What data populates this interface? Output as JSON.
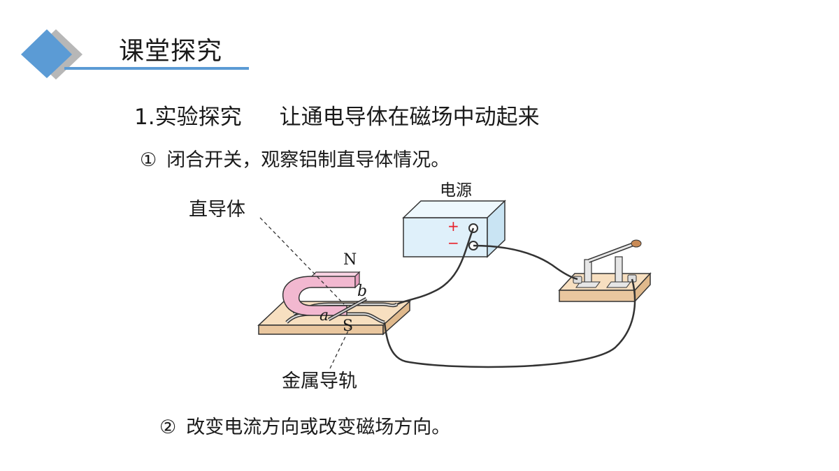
{
  "header": {
    "title": "课堂探究"
  },
  "section": {
    "heading_num": "1.",
    "heading_a": "实验探究",
    "heading_b": "让通电导体在磁场中动起来"
  },
  "steps": [
    {
      "num": "①",
      "text": "闭合开关，观察铝制直导体情况。"
    },
    {
      "num": "②",
      "text": "改变电流方向或改变磁场方向。"
    }
  ],
  "diagram": {
    "labels": {
      "power_supply": "电源",
      "straight_conductor": "直导体",
      "metal_rails": "金属导轨",
      "north_pole": "N",
      "south_pole": "S",
      "point_a": "a",
      "point_b": "b",
      "plus": "+",
      "minus": "−"
    },
    "colors": {
      "accent": "#5b9bd5",
      "magnet_pink": "#f2b8d0",
      "wood_base": "#f7dfc0",
      "power_box": "#dff0fa",
      "terminal_red": "#e8202a"
    }
  }
}
